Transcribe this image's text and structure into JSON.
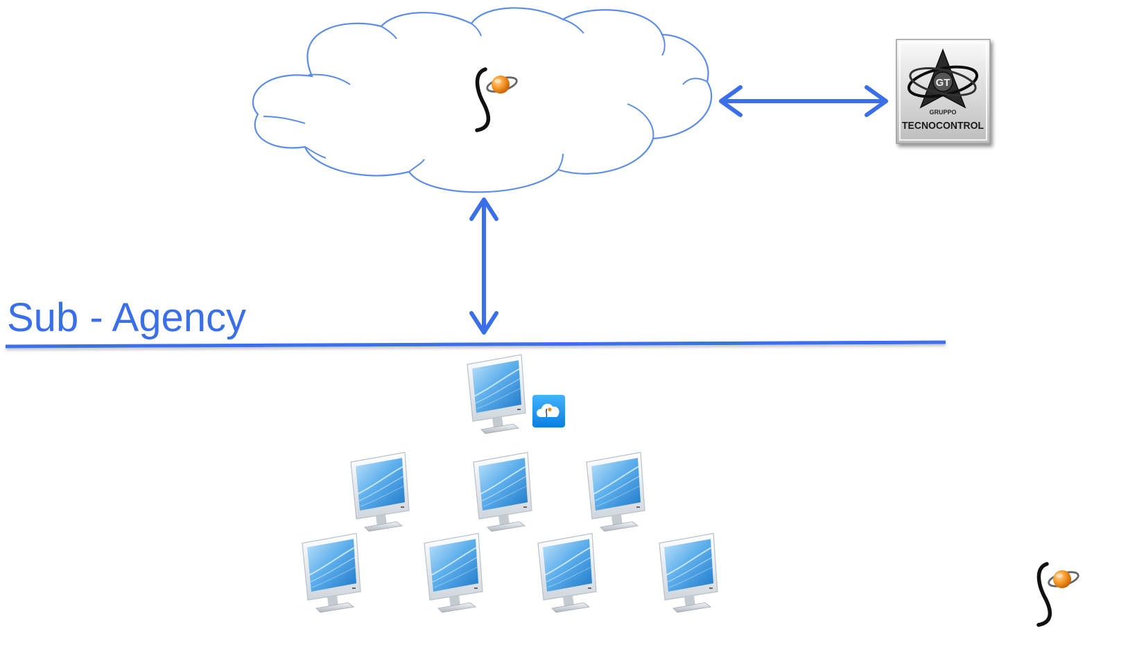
{
  "diagram": {
    "section_label": "Sub - Agency",
    "partner_logo": {
      "initials": "GT",
      "line1": "GRUPPO",
      "line2": "TECNOCONTROL"
    },
    "icons": {
      "cloud": "cloud-icon",
      "brand_logo": "swirl-logo-icon",
      "partner": "tecnocontrol-logo-icon",
      "computer": "computer-monitor-icon",
      "app_badge": "cloud-app-badge-icon"
    },
    "colors": {
      "accent_blue": "#3a6fe8",
      "cloud_stroke": "#5b8de8",
      "logo_orange": "#f08a1c"
    }
  }
}
